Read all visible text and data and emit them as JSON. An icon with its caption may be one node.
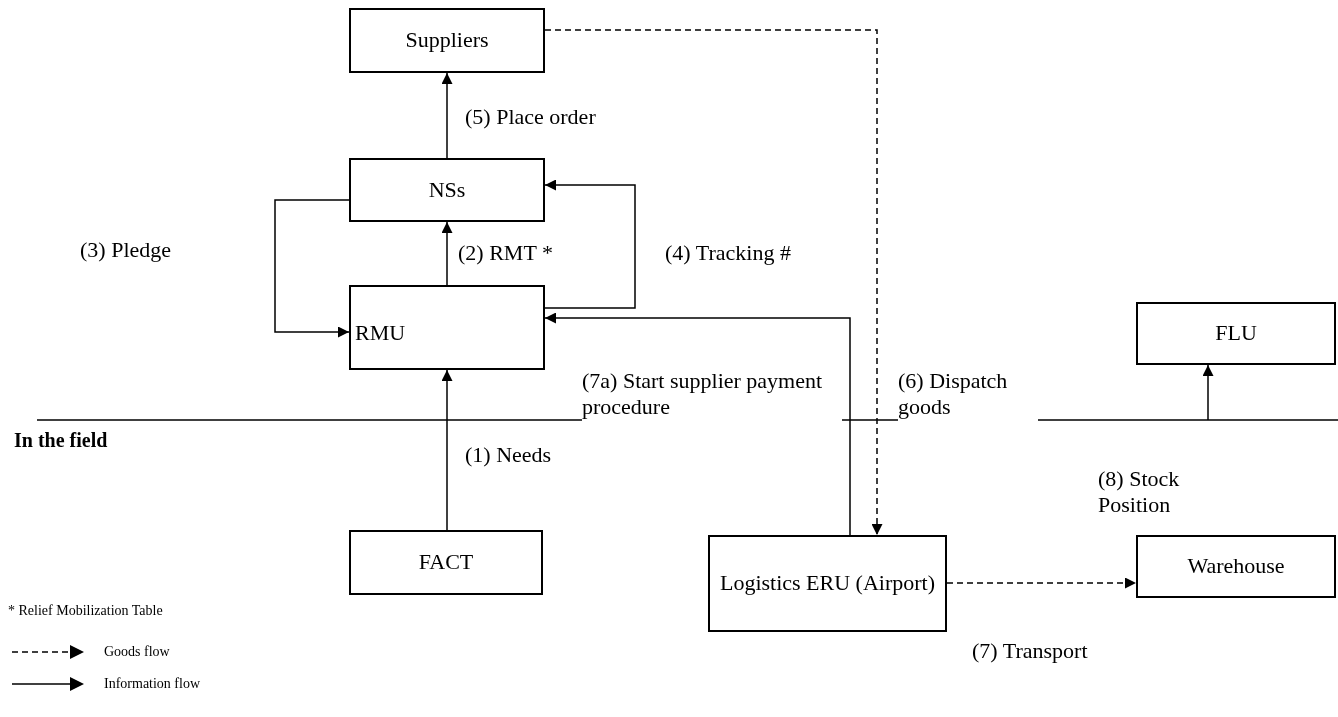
{
  "diagram": {
    "nodes": [
      {
        "text": [
          "Suppliers"
        ]
      },
      {
        "text": [
          "NSs"
        ]
      },
      {
        "text": [
          "RMU"
        ]
      },
      {
        "text": [
          "FLU"
        ]
      },
      {
        "text": [
          "FACT"
        ]
      },
      {
        "text": [
          "Logistics ERU (Airport)"
        ]
      },
      {
        "text": [
          "Warehouse"
        ]
      }
    ],
    "edges": [
      {
        "from": 4,
        "to": 2,
        "arrow": "to",
        "label": "(1) Needs"
      },
      {
        "from": 2,
        "to": 1,
        "arrow": "to",
        "label": "(2) RMT *"
      },
      {
        "from": 1,
        "to": 2,
        "arrow": "to",
        "label": "(3) Pledge"
      },
      {
        "from": 2,
        "to": 1,
        "arrow": "to"
      },
      {
        "from": 1,
        "to": 0,
        "arrow": "to",
        "label": "(5) Place order"
      },
      {
        "from": 0,
        "to": 5,
        "arrow": "to",
        "style": "dashed",
        "label": "(6) Dispatch goods"
      },
      {
        "from": 5,
        "to": 6,
        "arrow": "to",
        "style": "dashed",
        "label": "(7) Transport"
      },
      {
        "from": 5,
        "to": 2,
        "arrow": "to",
        "label": "(7a) Start supplier payment procedure"
      },
      {
        "from": null,
        "to": 3,
        "arrow": "to",
        "label": "(8) Stock Position"
      }
    ],
    "labels": [
      "(4) Tracking #",
      "In the field",
      "* Relief Mobilization Table"
    ],
    "legend": [
      {
        "text": "Goods flow"
      },
      {
        "text": "Information flow"
      }
    ]
  }
}
